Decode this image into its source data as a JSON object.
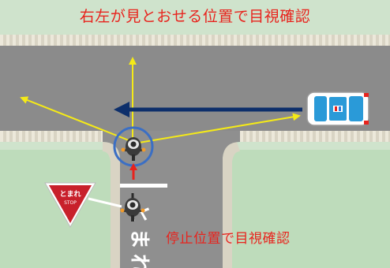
{
  "captions": {
    "top": "右左が見とおせる位置で目視確認",
    "bottom": "停止位置で目視確認"
  },
  "stop_sign": {
    "line1": "とまれ",
    "line2": "STOP"
  },
  "road_marking": "とまれ",
  "colors": {
    "caption_red": "#e8231d",
    "sight_line_yellow": "#f5ea17",
    "vehicle_direction_navy": "#0d2f6b",
    "approach_arrow_red": "#e8231d",
    "check_circle_blue": "#3b6fc4",
    "stop_sign_red": "#c8202b",
    "patrol_car_blue": "#2a9ad8"
  }
}
